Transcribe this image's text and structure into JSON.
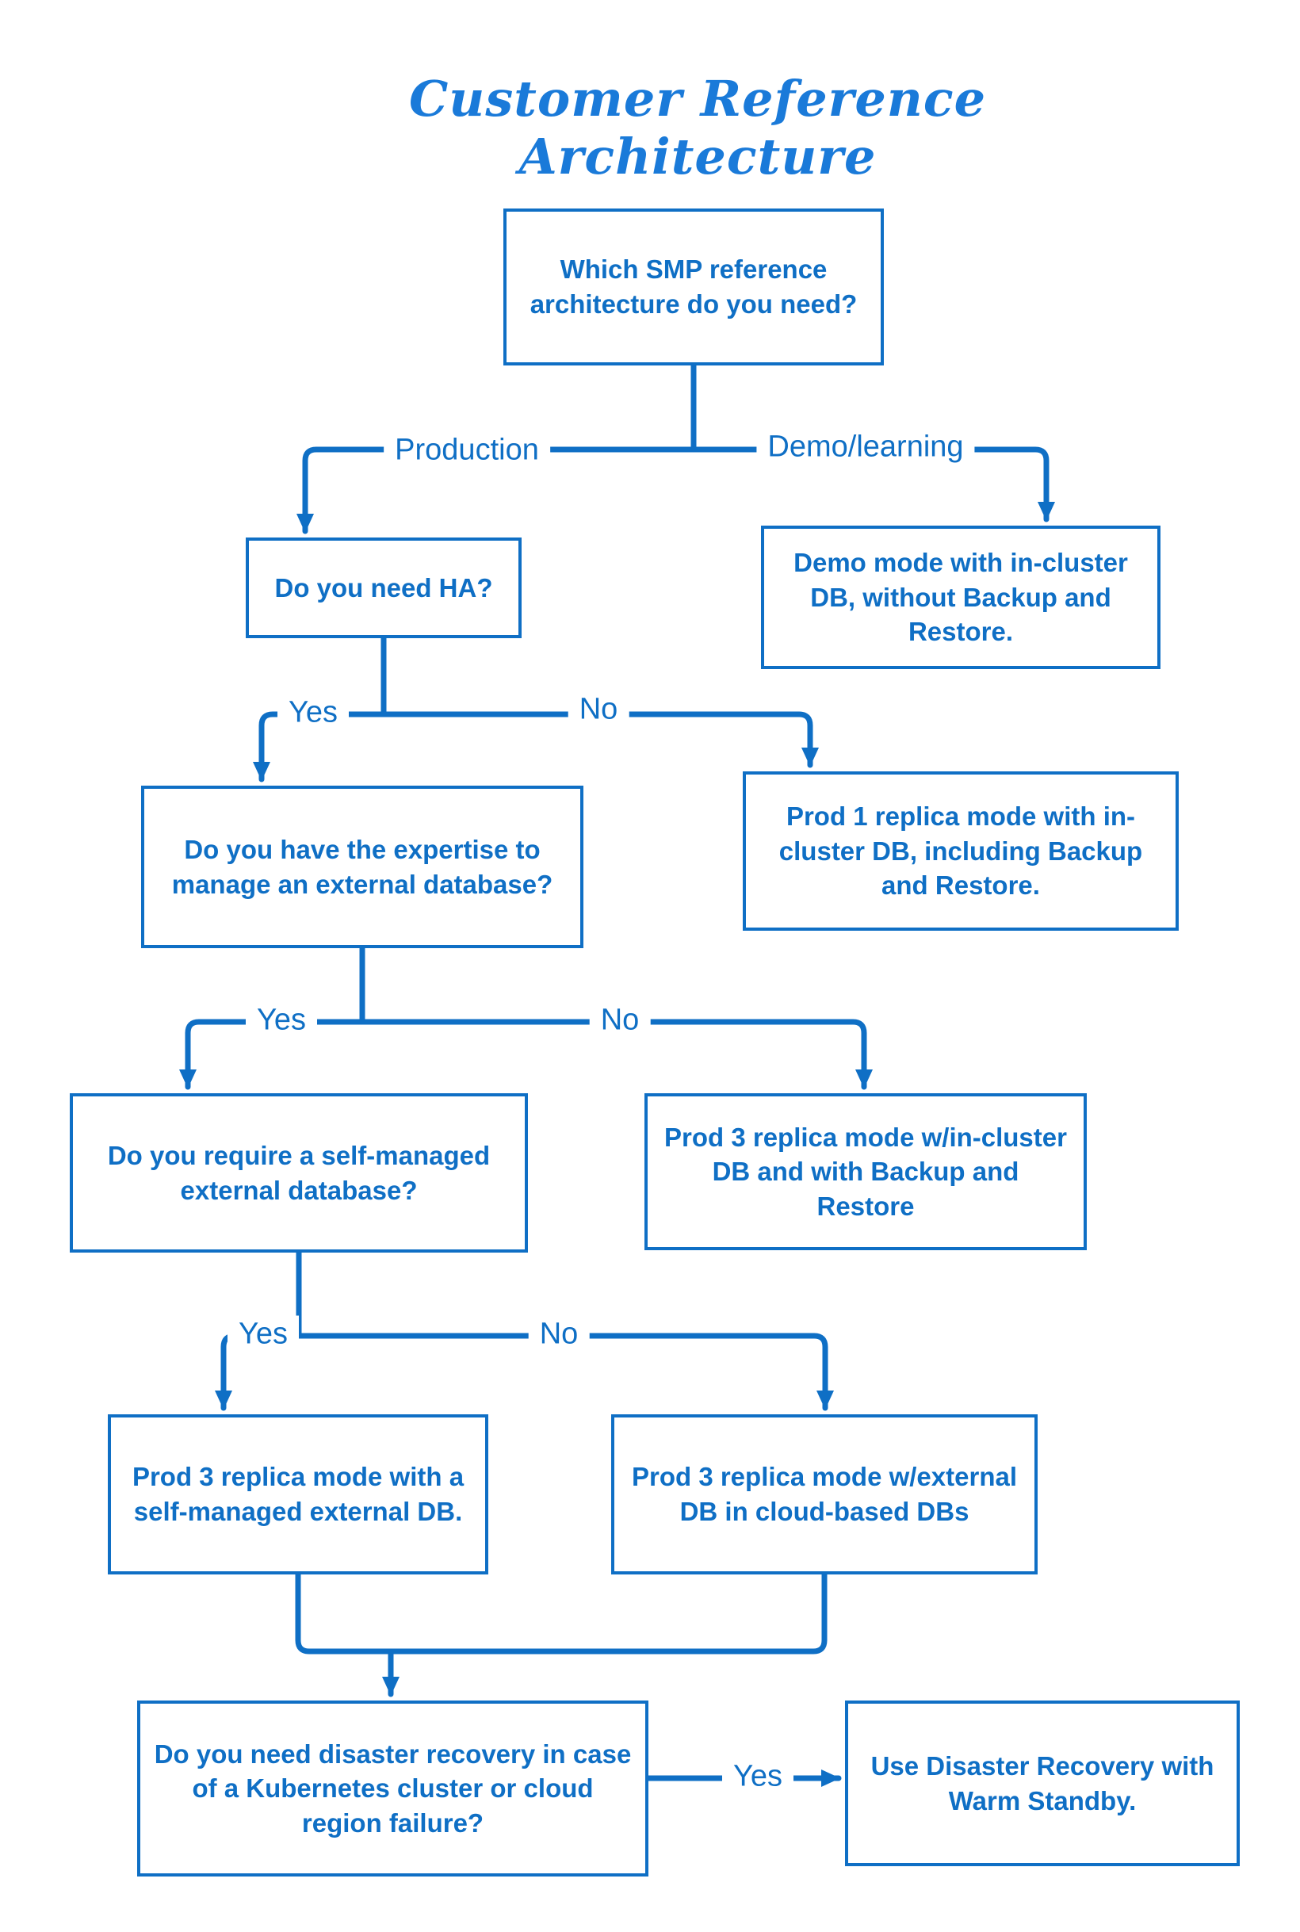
{
  "title": "Customer Reference Architecture",
  "colors": {
    "accent": "#0f6fc5",
    "title_color": "#1a7ad9",
    "background": "#ffffff"
  },
  "nodes": {
    "root": {
      "text": "Which SMP reference architecture do you need?"
    },
    "need_ha": {
      "text": "Do you need HA?"
    },
    "demo_mode": {
      "text": "Demo mode with in-cluster DB, without Backup and Restore."
    },
    "expertise": {
      "text": "Do you have the expertise to manage an external database?"
    },
    "prod1_incluster": {
      "text": "Prod 1 replica mode with in-cluster DB, including Backup and Restore."
    },
    "self_managed_q": {
      "text": "Do you require a self-managed external database?"
    },
    "prod3_incluster": {
      "text": "Prod 3 replica mode w/in-cluster DB and with Backup and Restore"
    },
    "prod3_self_managed": {
      "text": "Prod 3 replica mode with a self-managed external DB."
    },
    "prod3_cloud": {
      "text": "Prod 3 replica mode w/external DB in cloud-based DBs"
    },
    "dr_question": {
      "text": "Do you need disaster recovery in case of a Kubernetes cluster or cloud region failure?"
    },
    "dr_answer": {
      "text": "Use Disaster Recovery with Warm Standby."
    }
  },
  "edge_labels": {
    "production": "Production",
    "demo_learning": "Demo/learning",
    "ha_yes": "Yes",
    "ha_no": "No",
    "expertise_yes": "Yes",
    "expertise_no": "No",
    "self_managed_yes": "Yes",
    "self_managed_no": "No",
    "dr_yes": "Yes"
  }
}
